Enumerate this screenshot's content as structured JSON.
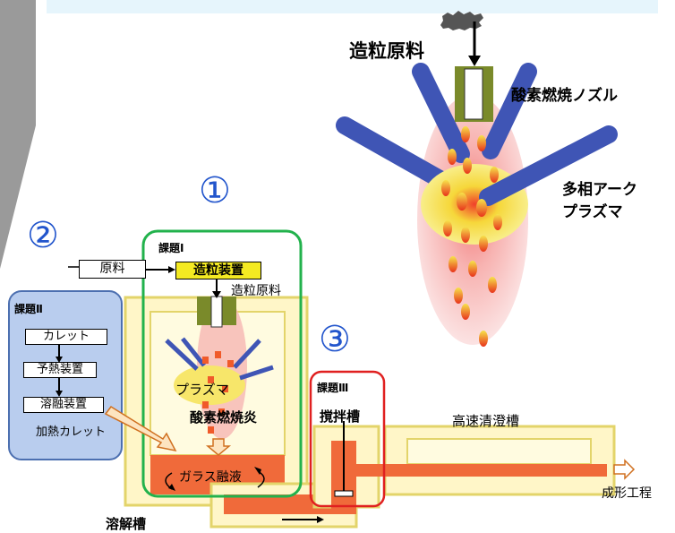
{
  "colors": {
    "top_band": "#e6f5fc",
    "left_arrow": "#9a9a9a",
    "electrode": "#3f55b5",
    "nozzle": "#7a8a2a",
    "flame_pink": "#f6b7b3",
    "plasma_yellow": "#f7e66a",
    "melt_orange": "#f06a3a",
    "tank_fill": "#fff6c8",
    "tank_border": "#e3d46a",
    "group1_border": "#22b24c",
    "group2_fill": "#b9cdee",
    "group2_border": "#4c6fb0",
    "group3_border": "#e02020",
    "pellet_label_fill": "#f4ea22"
  },
  "icons": [
    "pellet-cloud-icon",
    "down-arrow-icon",
    "right-arrow-icon"
  ],
  "zoom": {
    "feed_label": "造粒原料",
    "nozzle_label": "酸素燃焼ノズル",
    "plasma_label_line1": "多相アーク",
    "plasma_label_line2": "プラズマ"
  },
  "markers": {
    "m1": "①",
    "m2": "②",
    "m3": "③"
  },
  "task1": {
    "title": "課題Ⅰ",
    "raw_material": "原料",
    "pelletizer": "造粒装置",
    "pellet_feed": "造粒原料",
    "plasma": "プラズマ",
    "oxy_flame": "酸素燃焼炎",
    "glass_melt": "ガラス融液"
  },
  "task2": {
    "title": "課題Ⅱ",
    "cullet": "カレット",
    "preheater": "予熱装置",
    "melter": "溶融装置",
    "heated_cullet": "加熱カレット"
  },
  "task3": {
    "title": "課題Ⅲ",
    "stirring_tank": "撹拌槽"
  },
  "fining_tank": "高速清澄槽",
  "forming": "成形工程",
  "melting_tank": "溶解槽"
}
